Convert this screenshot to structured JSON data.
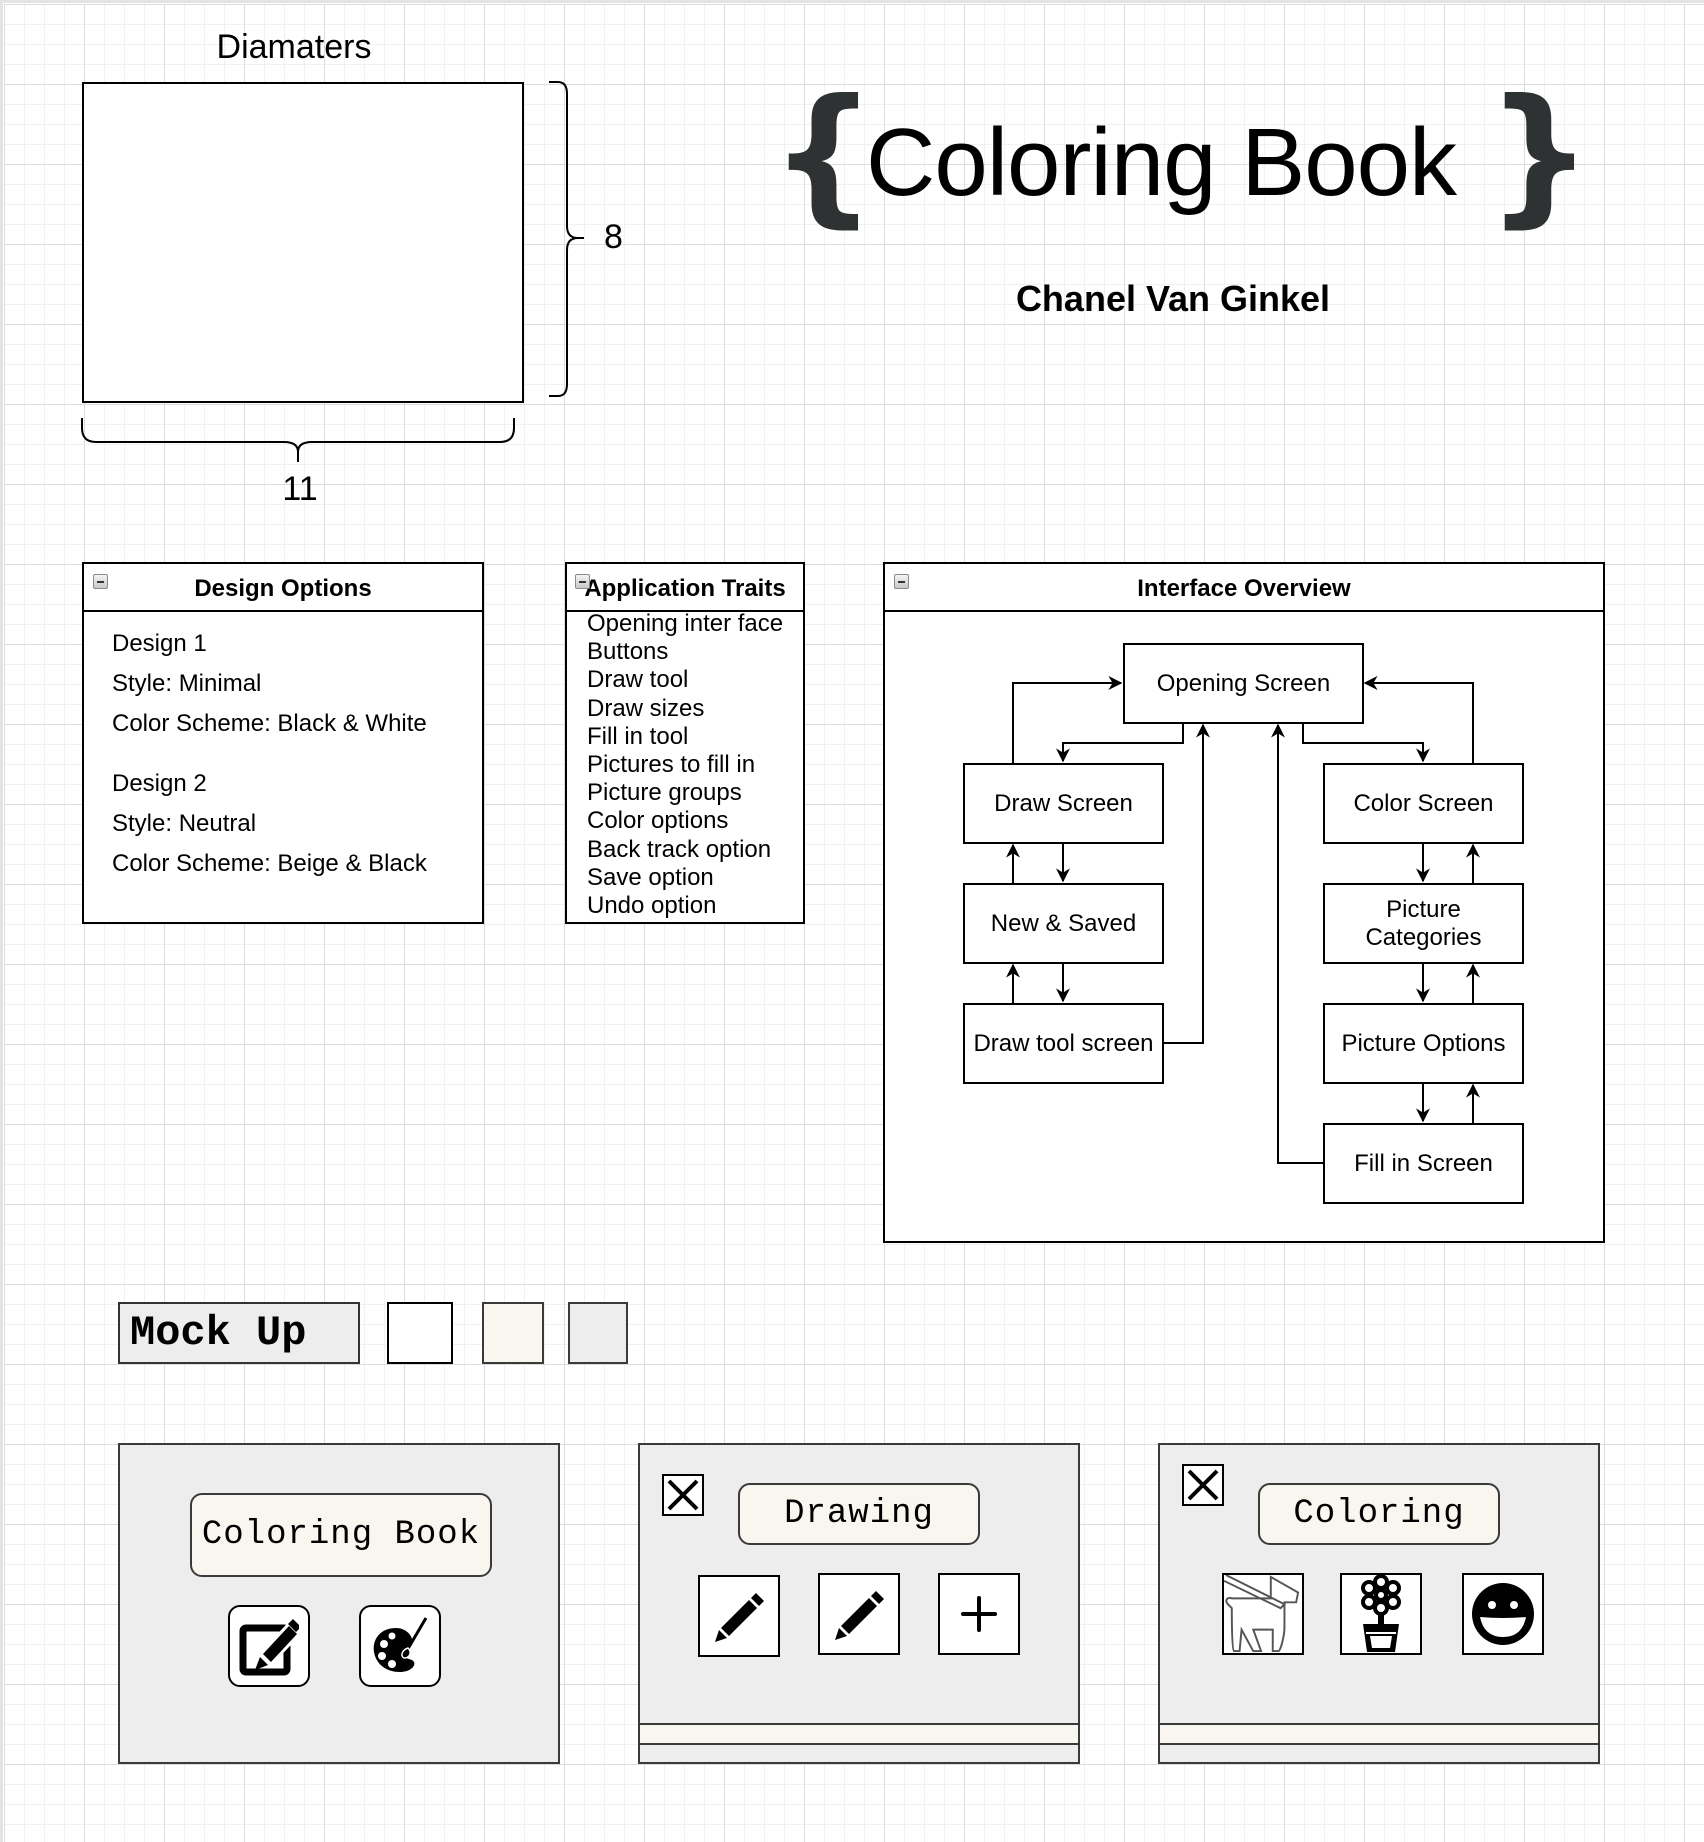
{
  "dimensions": {
    "title": "Diamaters",
    "height_label": "8",
    "width_label": "11"
  },
  "header": {
    "brace_open": "{",
    "title": "Coloring Book",
    "brace_close": "}",
    "author": "Chanel Van Ginkel"
  },
  "design_options": {
    "title": "Design Options",
    "designs": [
      {
        "name": "Design 1",
        "style": "Style:  Minimal",
        "color_scheme": "Color Scheme: Black & White"
      },
      {
        "name": "Design 2",
        "style": "Style:  Neutral",
        "color_scheme": "Color Scheme:  Beige & Black"
      }
    ]
  },
  "application_traits": {
    "title": "Application Traits",
    "items": [
      "Opening inter face",
      "Buttons",
      "Draw tool",
      "Draw sizes",
      "Fill in tool",
      "Pictures to fill in",
      "Picture groups",
      "Color options",
      "Back track option",
      "Save option",
      "Undo option"
    ]
  },
  "interface_overview": {
    "title": "Interface Overview",
    "nodes": {
      "opening": "Opening Screen",
      "draw": "Draw Screen",
      "new_saved": "New & Saved",
      "draw_tool": "Draw tool screen",
      "color": "Color Screen",
      "picture_categories_line1": "Picture",
      "picture_categories_line2": "Categories",
      "picture_options": "Picture Options",
      "fill_in": "Fill in Screen"
    }
  },
  "mockup": {
    "label": "Mock Up",
    "swatches": [
      "#ffffff",
      "#f8f6ef",
      "#ededed"
    ],
    "screens": [
      {
        "title": "Coloring Book",
        "icons": [
          "edit-icon",
          "palette-icon"
        ]
      },
      {
        "title": "Drawing",
        "icons": [
          "pencil-icon",
          "pencil-icon",
          "plus-icon"
        ]
      },
      {
        "title": "Coloring",
        "icons": [
          "dog-icon",
          "flower-pot-icon",
          "smiley-icon"
        ]
      }
    ]
  },
  "colors": {
    "screen_bg": "#ededed",
    "pill_bg": "#f8f6ef",
    "title_brace": "#2f3233",
    "stroke": "#000000"
  }
}
